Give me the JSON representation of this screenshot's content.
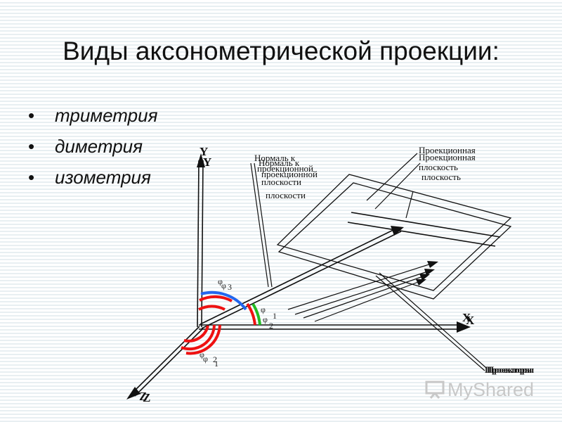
{
  "slide": {
    "title": "Виды аксонометрической проекции:",
    "bullets": [
      "триметрия",
      "диметрия",
      "изометрия"
    ],
    "bullet_glyph": "•"
  },
  "diagram": {
    "labels": {
      "axis_y": "Y",
      "axis_x": "X",
      "axis_z": "Z",
      "normal_line1": "Нормаль к",
      "normal_line2": "проекционной",
      "normal_line3": "плоскости",
      "plane_line1": "Проекционная",
      "plane_line2": "плоскость",
      "projectors": "Проекторы",
      "angle_3": "3",
      "angle_1": "1",
      "angle_2": "2",
      "greek": "φ"
    },
    "colors": {
      "red": "#ee1111",
      "blue": "#2266ee",
      "green": "#22bb22",
      "ink": "#111111"
    }
  },
  "watermark": {
    "text": "MyShared",
    "icon": "presentation-board-icon"
  }
}
